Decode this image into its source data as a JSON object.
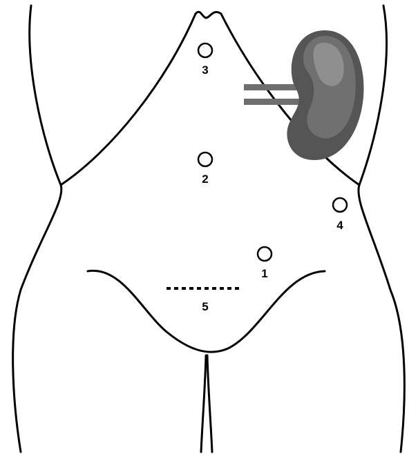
{
  "colors": {
    "outline": "#000000",
    "background": "#ffffff",
    "organ_dark": "#555555",
    "organ_mid": "#707070",
    "organ_light": "#8f8f8f",
    "instrument": "#6e6e6e"
  },
  "ports": [
    {
      "label": "1"
    },
    {
      "label": "2"
    },
    {
      "label": "3"
    },
    {
      "label": "4"
    }
  ],
  "incision": {
    "label": "5"
  },
  "icons": {
    "organ": "kidney-icon",
    "instrument": "instrument-rods-icon"
  }
}
